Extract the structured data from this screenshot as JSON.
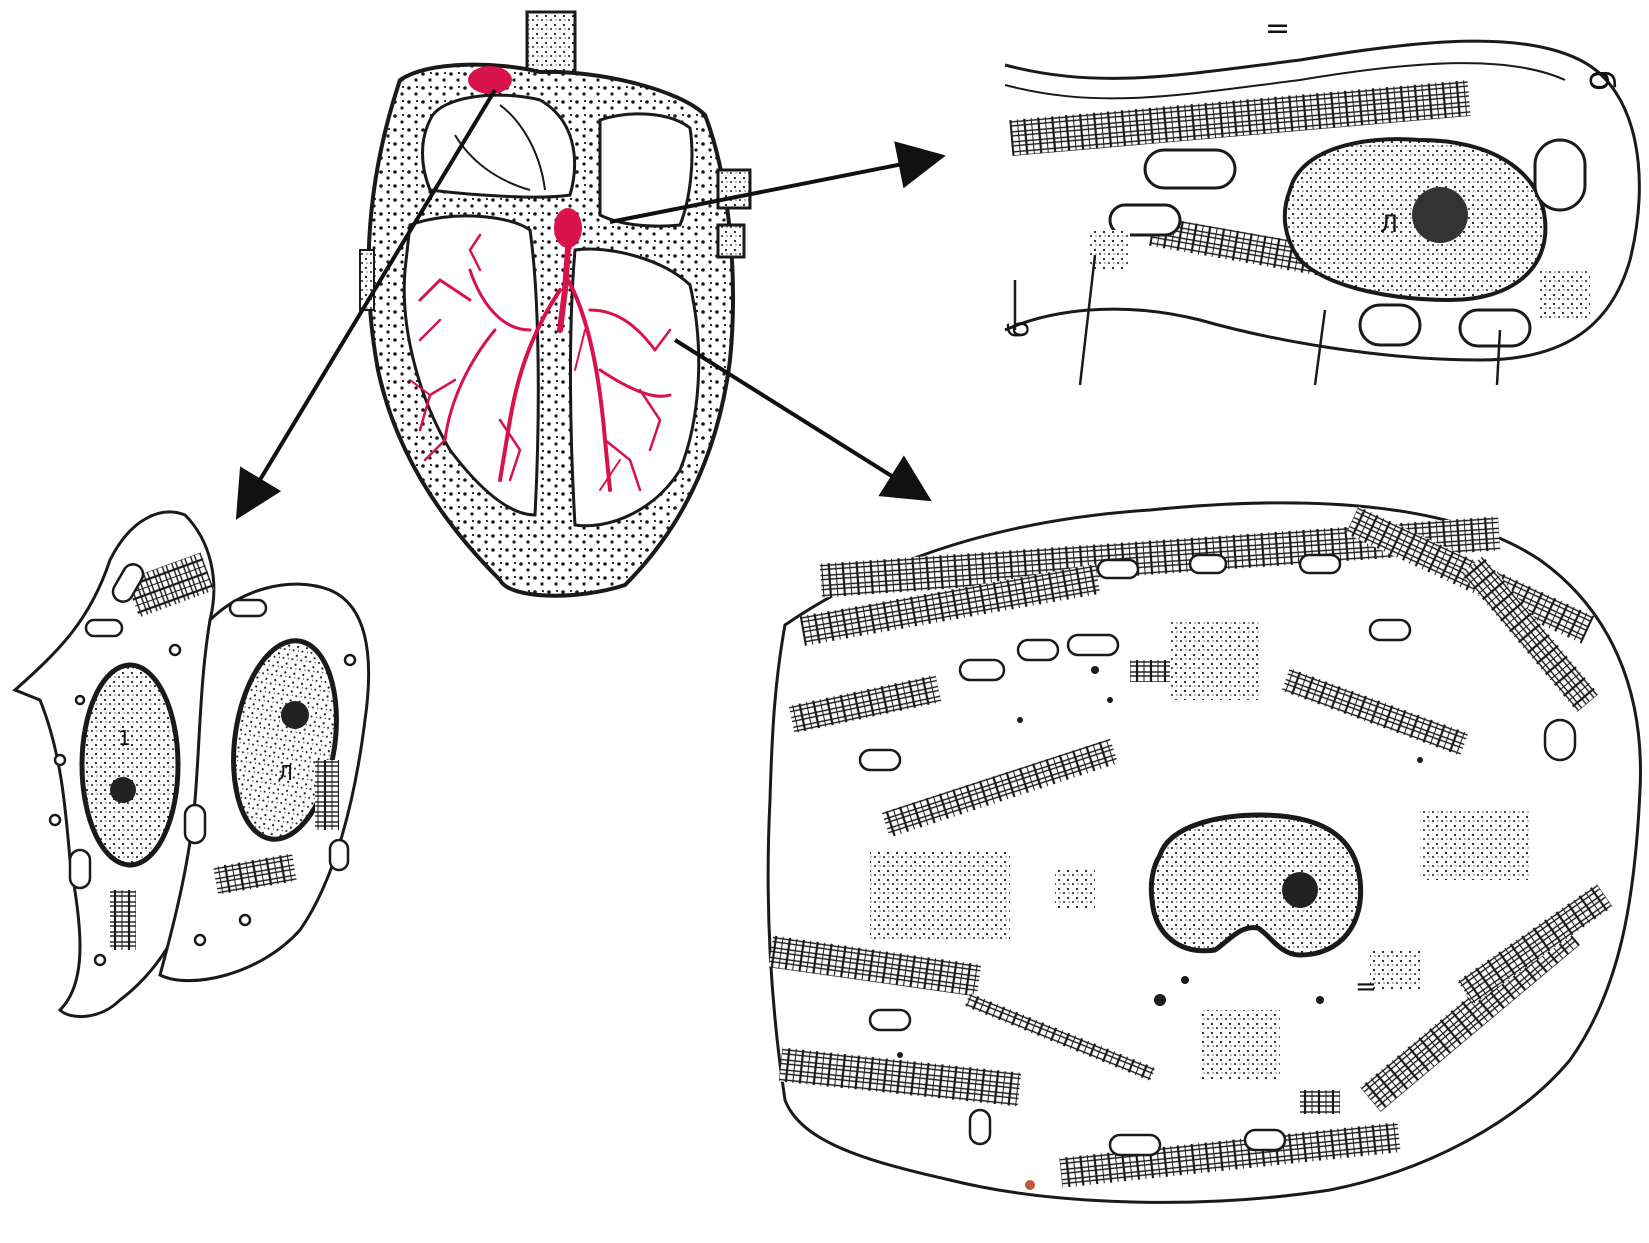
{
  "colors": {
    "ink": "#1a1a1a",
    "conduction": "#d8124a",
    "paper": "#ffffff"
  },
  "labels": {
    "top_mark": "=",
    "right_mark": "б",
    "left_mark": "б",
    "nucleus_mark": "Л",
    "cell_mark": "1",
    "cell_mark2": "Л",
    "lower_mark": "="
  }
}
